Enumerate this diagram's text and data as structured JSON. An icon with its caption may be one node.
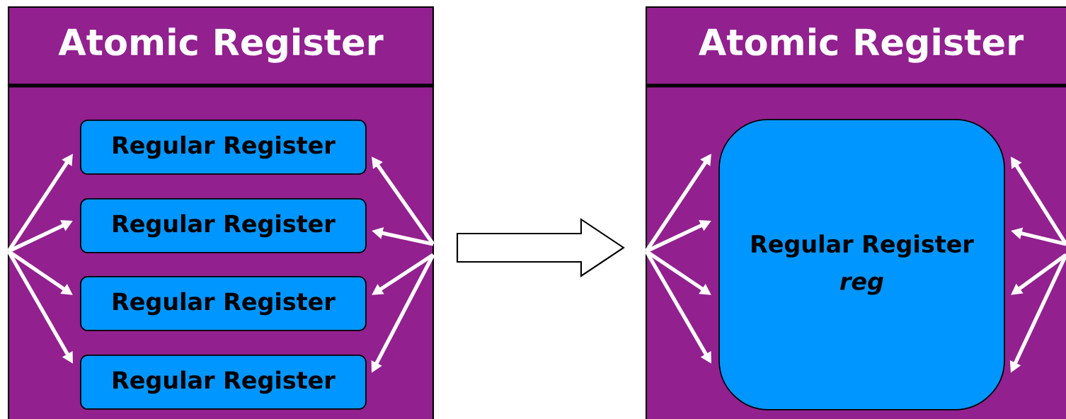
{
  "diagram": {
    "nodes": [
      {
        "text": [
          "Atomic Register"
        ]
      },
      {
        "text": [
          "Regular Register"
        ],
        "in": 0
      },
      {
        "text": [
          "Regular Register"
        ],
        "in": 0
      },
      {
        "text": [
          "Regular Register"
        ],
        "in": 0
      },
      {
        "text": [
          "Regular Register"
        ],
        "in": 0
      },
      {
        "text": [
          "Atomic Register"
        ]
      },
      {
        "text": [
          "Regular Register",
          "reg"
        ],
        "in": 5
      }
    ],
    "edges": [
      {
        "from": null,
        "to": 1,
        "arrow": "to"
      },
      {
        "from": null,
        "to": 2,
        "arrow": "to"
      },
      {
        "from": null,
        "to": 3,
        "arrow": "to"
      },
      {
        "from": null,
        "to": 4,
        "arrow": "to"
      },
      {
        "from": null,
        "to": 1,
        "arrow": "to"
      },
      {
        "from": null,
        "to": 2,
        "arrow": "to"
      },
      {
        "from": null,
        "to": 3,
        "arrow": "to"
      },
      {
        "from": null,
        "to": 4,
        "arrow": "to"
      },
      {
        "from": null,
        "to": 6,
        "arrow": "to"
      },
      {
        "from": null,
        "to": 6,
        "arrow": "to"
      },
      {
        "from": null,
        "to": 6,
        "arrow": "to"
      },
      {
        "from": null,
        "to": 6,
        "arrow": "to"
      },
      {
        "from": null,
        "to": 6,
        "arrow": "to"
      },
      {
        "from": null,
        "to": 6,
        "arrow": "to"
      },
      {
        "from": null,
        "to": 6,
        "arrow": "to"
      },
      {
        "from": null,
        "to": 6,
        "arrow": "to"
      },
      {
        "from": 0,
        "to": 5,
        "arrow": "to",
        "style": "thick"
      }
    ]
  }
}
